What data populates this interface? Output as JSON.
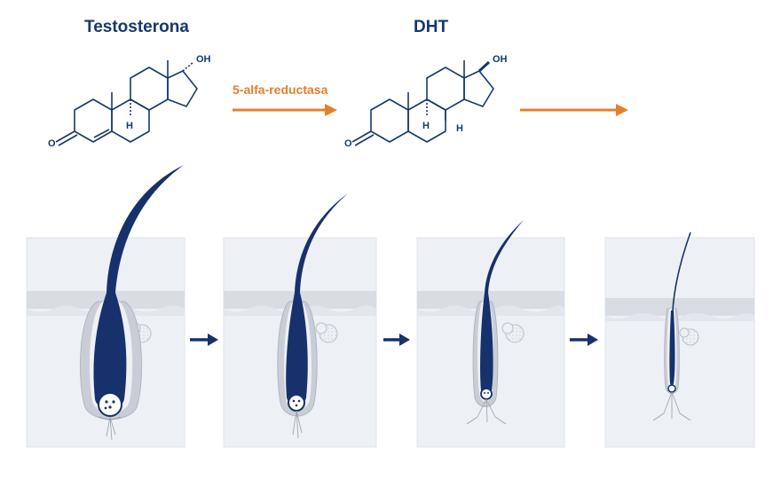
{
  "molecules": {
    "testosterone_label": "Testosterona",
    "dht_label": "DHT",
    "enzyme_label": "5-alfa-reductasa",
    "atom_oh": "OH",
    "atom_h": "H",
    "atom_o": "O"
  },
  "stages": [
    {
      "stage": 1,
      "shaft": "thick"
    },
    {
      "stage": 2,
      "shaft": "medium"
    },
    {
      "stage": 3,
      "shaft": "thin"
    },
    {
      "stage": 4,
      "shaft": "very-thin"
    }
  ],
  "colors": {
    "hair": "#16316b",
    "arrow_orange": "#e57f2a",
    "arrow_navy": "#16316b",
    "skin_panel": "#edf0f5",
    "skin_layer": "#d8dce3",
    "text_navy": "#15386b"
  },
  "icons": [
    "arrow-right-icon",
    "hair-follicle-icon",
    "sebaceous-gland-icon",
    "molecule-structure-icon"
  ]
}
